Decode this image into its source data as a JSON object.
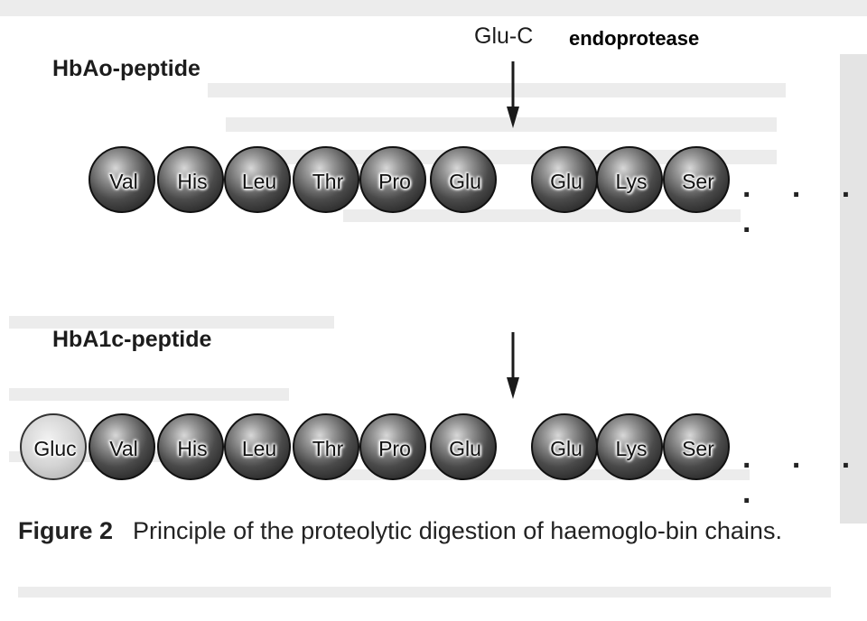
{
  "enzyme": {
    "name": "Glu-C",
    "suffix": "endoprotease"
  },
  "peptides": [
    {
      "heading": "HbAo-peptide",
      "residues": [
        "Val",
        "His",
        "Leu",
        "Thr",
        "Pro",
        "Glu",
        "Glu",
        "Lys",
        "Ser"
      ],
      "continuation": ". . . ."
    },
    {
      "heading": "HbA1c-peptide",
      "residues": [
        "Gluc",
        "Val",
        "His",
        "Leu",
        "Thr",
        "Pro",
        "Glu",
        "Glu",
        "Lys",
        "Ser"
      ],
      "continuation": ". . . ."
    }
  ],
  "caption": {
    "number": "Figure 2",
    "text": "Principle of the proteolytic digestion of haemoglo-bin chains."
  }
}
